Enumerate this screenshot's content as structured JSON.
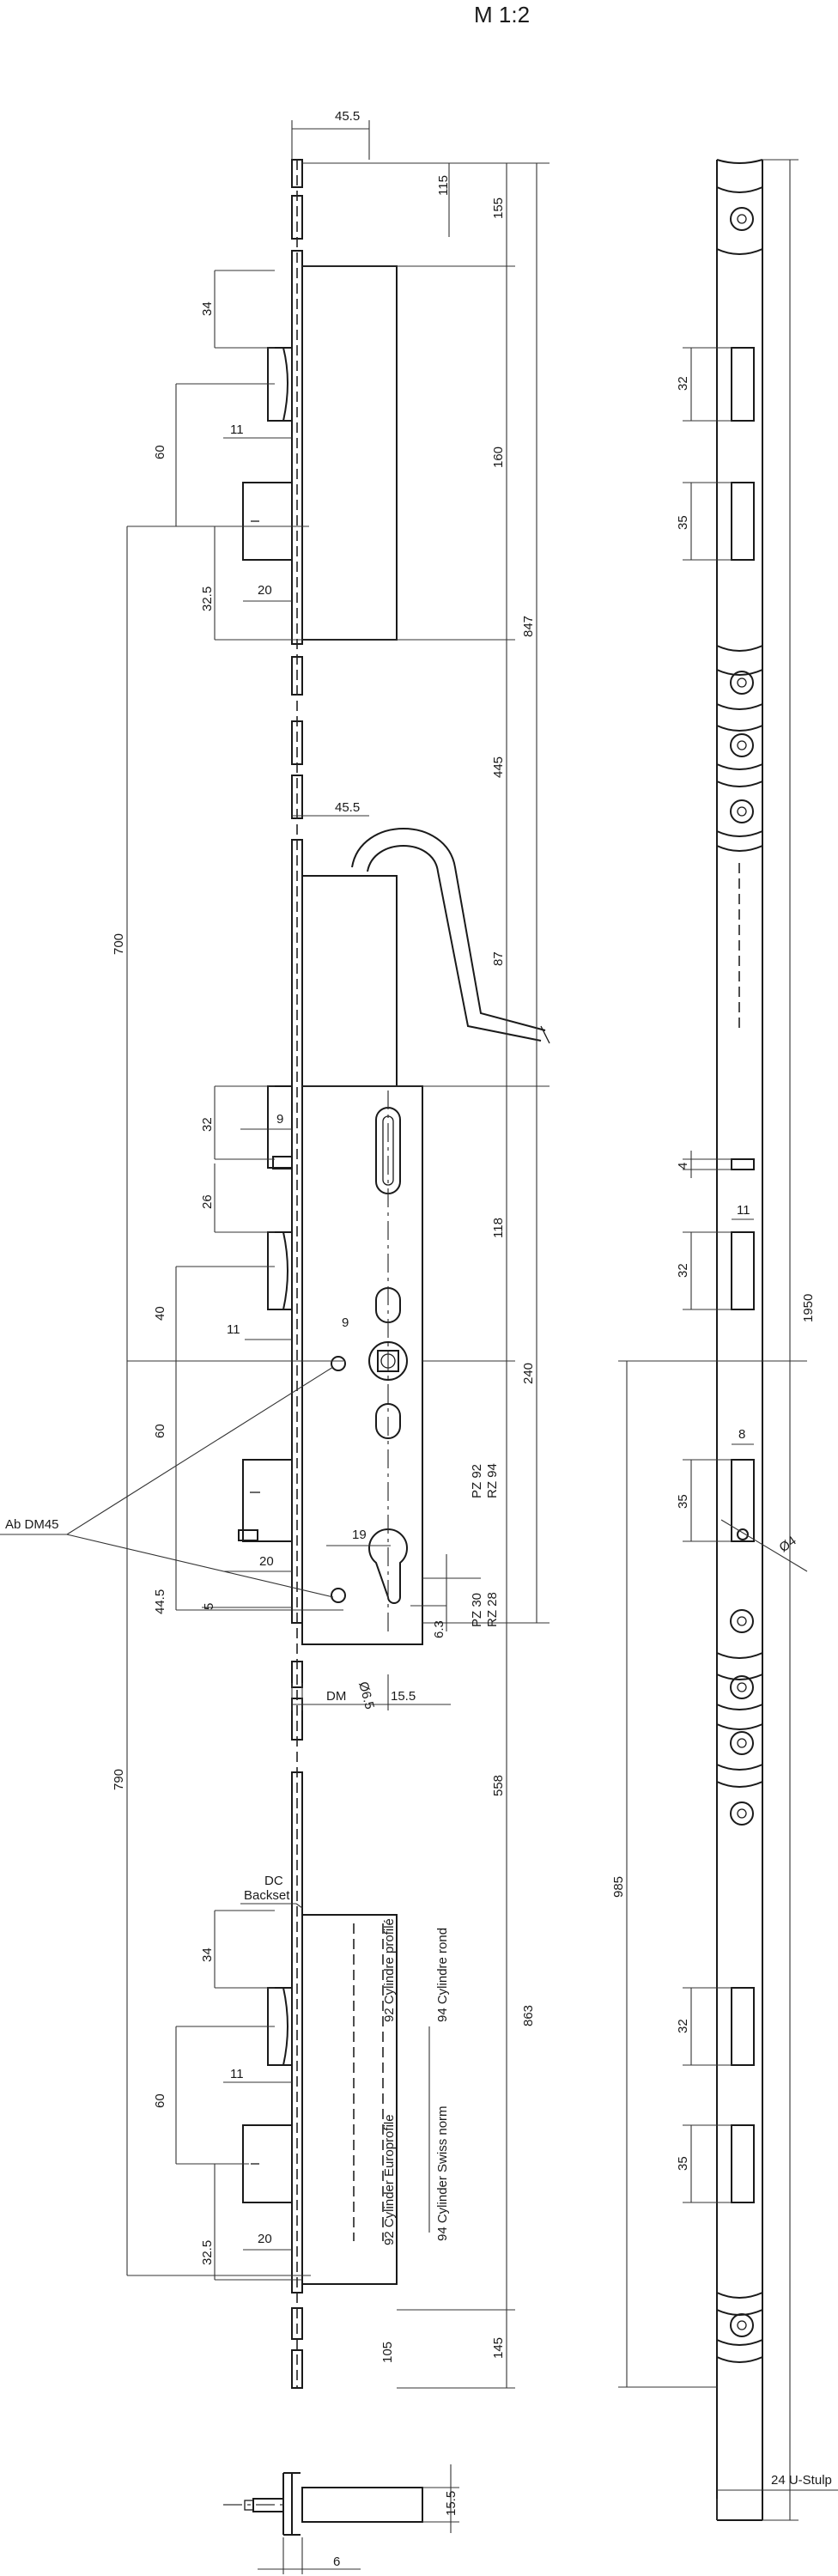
{
  "scale": "M 1:2",
  "side_view": {
    "width_top": "45.5",
    "width_mid": "45.5",
    "dims_right": [
      "115",
      "155",
      "160",
      "847",
      "445",
      "87",
      "118",
      "240",
      "558",
      "863",
      "145"
    ],
    "dims_left": [
      "34",
      "60",
      "11",
      "20",
      "32.5",
      "700",
      "32",
      "9",
      "26",
      "40",
      "11",
      "9",
      "60",
      "19",
      "20",
      "44.5",
      "790",
      "34",
      "60",
      "11",
      "20",
      "32.5",
      "105"
    ],
    "small": [
      "5",
      "6.3",
      "Ø6.5",
      "DM",
      "15.5"
    ],
    "pz_rz_upper": [
      "PZ 92",
      "RZ 94"
    ],
    "pz_rz_lower": [
      "PZ 30",
      "RZ 28"
    ],
    "callout": "Ab DM45",
    "dc_backset": [
      "DC",
      "Backset"
    ],
    "cylinder_labels": [
      "92 Cylindre profilé",
      "94 Cylindre rond",
      "92 Cylinder Europrofile",
      "94 Cylinder Swiss norm"
    ]
  },
  "front_view": {
    "total": "1950",
    "dims": [
      "32",
      "35",
      "4",
      "11",
      "32",
      "8",
      "35",
      "985",
      "32",
      "35"
    ],
    "hole": "Ø4",
    "stulp": "24 U-Stulp"
  },
  "bottom_view": {
    "dims": [
      "15.5",
      "6"
    ]
  }
}
